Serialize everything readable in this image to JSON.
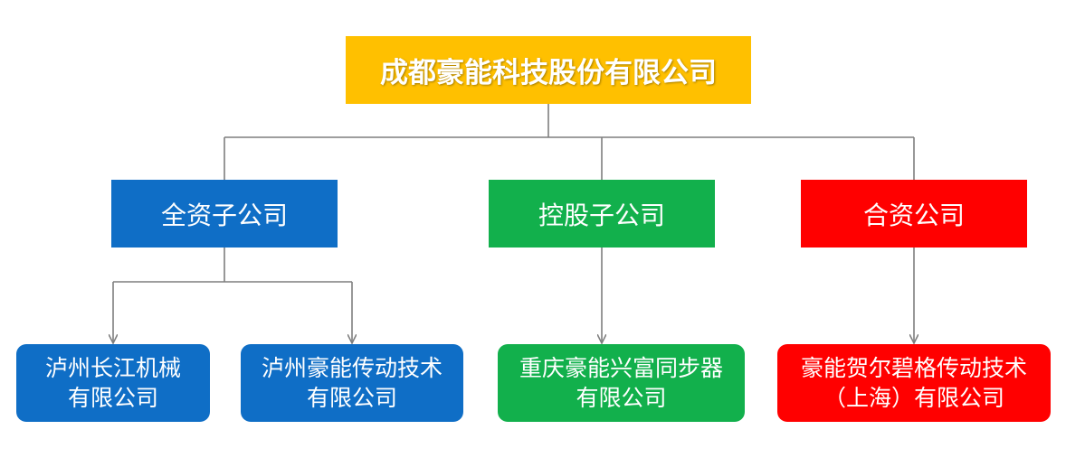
{
  "root": {
    "label": "成都豪能科技股份有限公司",
    "color": "#ffc000"
  },
  "categories": [
    {
      "label": "全资子公司",
      "color": "#0f6ec6"
    },
    {
      "label": "控股子公司",
      "color": "#12b04c"
    },
    {
      "label": "合资公司",
      "color": "#ff0000"
    }
  ],
  "subsidiaries": [
    {
      "line1": "泸州长江机械",
      "line2": "有限公司",
      "parent": "全资子公司"
    },
    {
      "line1": "泸州豪能传动技术",
      "line2": "有限公司",
      "parent": "全资子公司"
    },
    {
      "line1": "重庆豪能兴富同步器",
      "line2": "有限公司",
      "parent": "控股子公司"
    },
    {
      "line1": "豪能贺尔碧格传动技术",
      "line2": "（上海）有限公司",
      "parent": "合资公司"
    }
  ],
  "connector_color": "#7f7f7f"
}
